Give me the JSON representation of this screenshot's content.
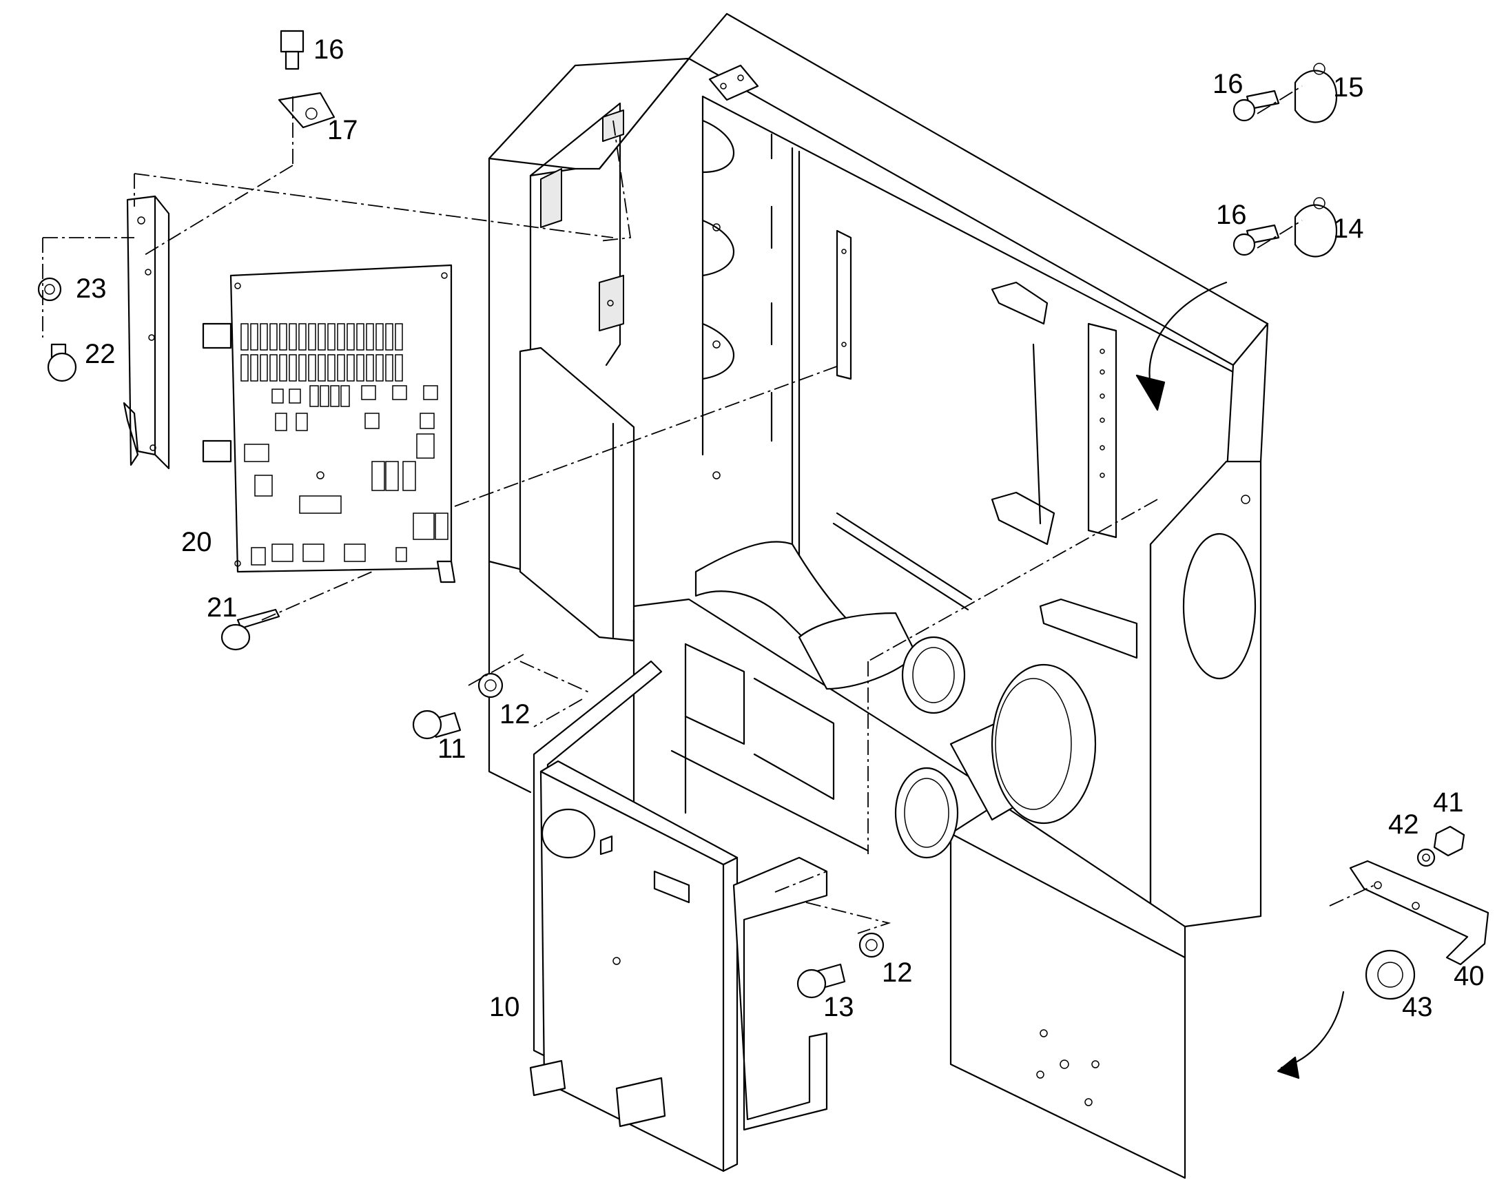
{
  "callouts": {
    "c10": "10",
    "c11": "11",
    "c12a": "12",
    "c12b": "12",
    "c13": "13",
    "c14": "14",
    "c15": "15",
    "c16a": "16",
    "c16b": "16",
    "c16c": "16",
    "c17": "17",
    "c20": "20",
    "c21": "21",
    "c22": "22",
    "c23": "23",
    "c40": "40",
    "c41": "41",
    "c42": "42",
    "c43": "43"
  }
}
